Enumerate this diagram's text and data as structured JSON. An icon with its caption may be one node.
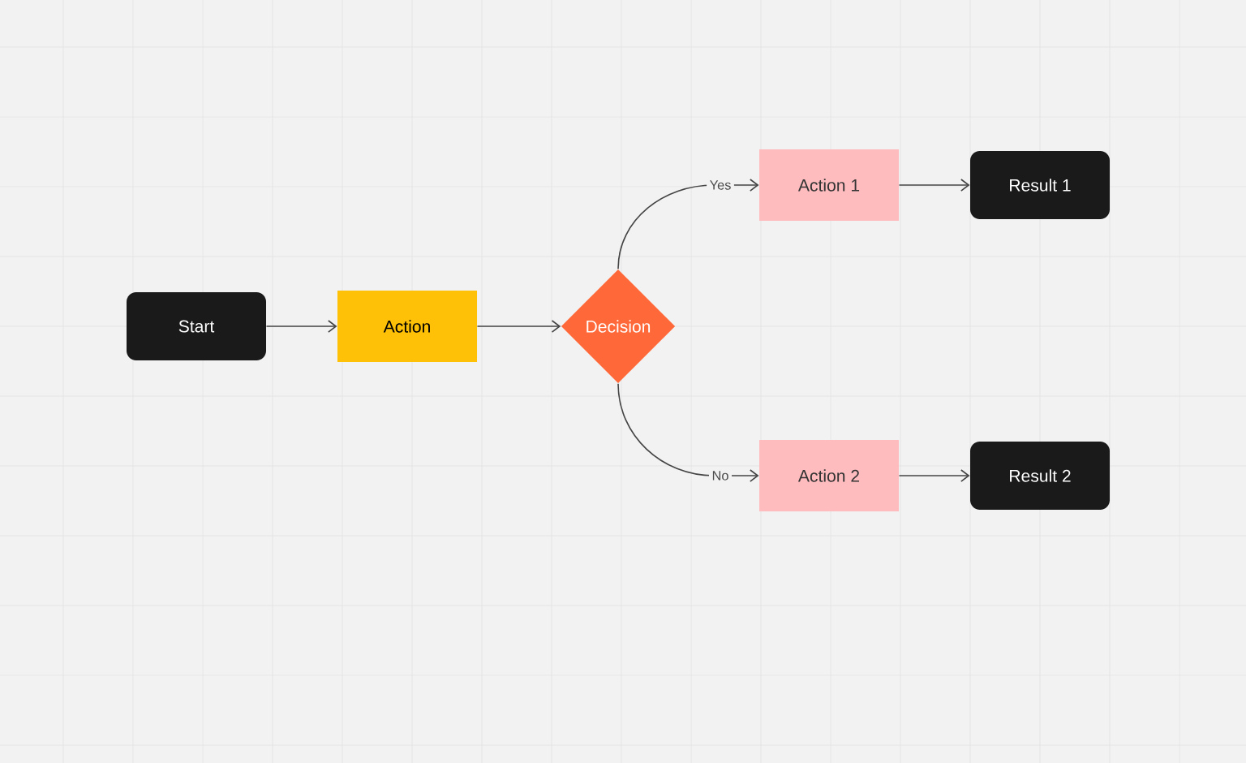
{
  "diagram": {
    "nodes": [
      {
        "text": [
          "Start"
        ]
      },
      {
        "text": [
          "Action"
        ]
      },
      {
        "text": [
          "Decision"
        ]
      },
      {
        "text": [
          "Action 1"
        ]
      },
      {
        "text": [
          "Result 1"
        ]
      },
      {
        "text": [
          "Action 2"
        ]
      },
      {
        "text": [
          "Result 2"
        ]
      }
    ],
    "edges": [
      {
        "from": 0,
        "to": 1,
        "arrow": "to"
      },
      {
        "from": 1,
        "to": 2,
        "arrow": "to"
      },
      {
        "from": 2,
        "to": 3,
        "arrow": "to",
        "label": "Yes"
      },
      {
        "from": 2,
        "to": 5,
        "arrow": "to",
        "label": "No"
      },
      {
        "from": 3,
        "to": 4,
        "arrow": "to"
      },
      {
        "from": 5,
        "to": 6,
        "arrow": "to"
      }
    ]
  }
}
